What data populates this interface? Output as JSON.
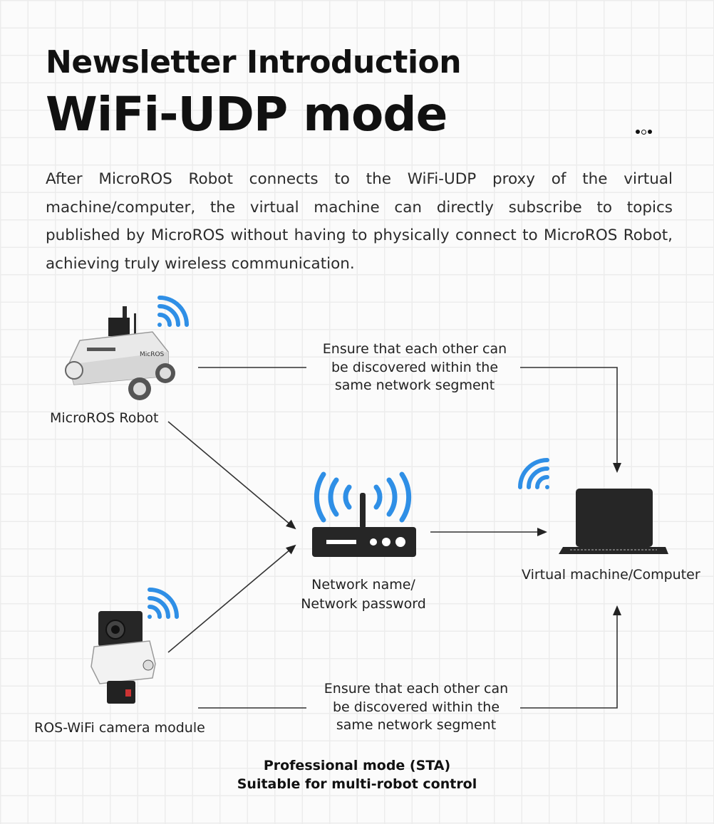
{
  "header": {
    "title_small": "Newsletter Introduction",
    "title_large": "WiFi-UDP mode"
  },
  "intro": "After MicroROS Robot connects to the WiFi-UDP proxy of the virtual machine/computer, the virtual machine can directly subscribe to topics published by MicroROS without having to physically connect to MicroROS Robot, achieving truly wireless communication.",
  "diagram": {
    "robot_label": "MicroROS Robot",
    "camera_label": "ROS-WiFi camera module",
    "router_label_1": "Network name/",
    "router_label_2": "Network password",
    "computer_label": "Virtual machine/Computer",
    "top_link": [
      "Ensure that each other can",
      "be discovered within the",
      "same network segment"
    ],
    "bottom_link": [
      "Ensure that each other can",
      "be discovered within the",
      "same network segment"
    ]
  },
  "footer": {
    "line1": "Professional mode (STA)",
    "line2": "Suitable for multi-robot control"
  },
  "colors": {
    "wifi": "#2f8fe6",
    "device": "#262626"
  }
}
